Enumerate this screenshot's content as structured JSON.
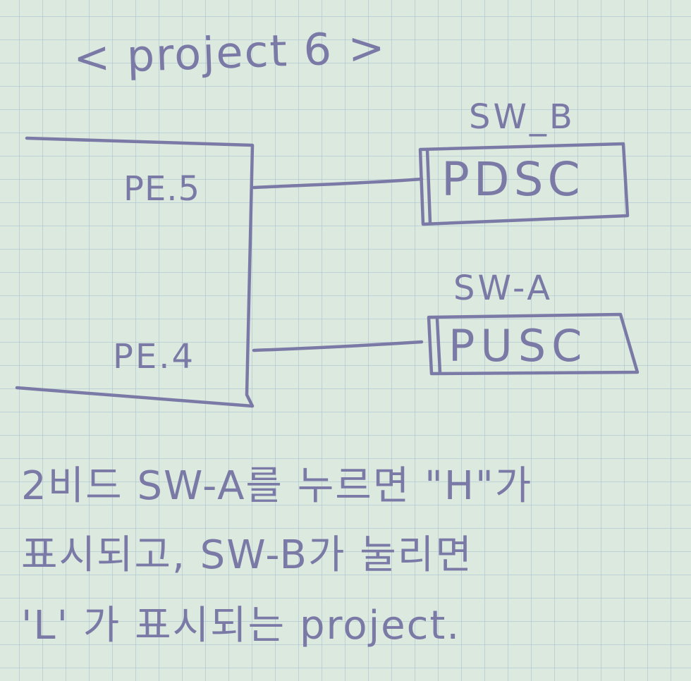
{
  "title": "< project 6 >",
  "controller": {
    "pin_top": "PE.5",
    "pin_bottom": "PE.4"
  },
  "switches": {
    "sw_b": {
      "label": "SW_B",
      "pin": "PDSC"
    },
    "sw_a": {
      "label": "SW-A",
      "pin": "PUSC"
    }
  },
  "description": {
    "line1": "2비드 SW-A를 누르면 \"H\"가",
    "line2": "표시되고, SW-B가 눌리면",
    "line3": "'L' 가 표시되는 project."
  },
  "colors": {
    "ink": "#7b7aa6",
    "paper": "#dbe9df",
    "grid": "#a5becd"
  }
}
